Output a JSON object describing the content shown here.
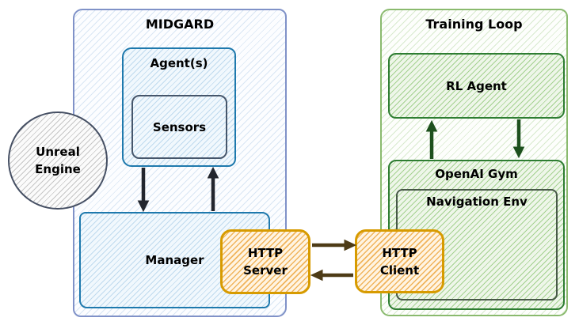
{
  "midgard": {
    "title": "MIDGARD",
    "agents_label": "Agent(s)",
    "sensors_label": "Sensors",
    "manager_label": "Manager"
  },
  "unreal_engine": {
    "label": "Unreal\nEngine"
  },
  "http_server": {
    "label": "HTTP\nServer"
  },
  "http_client": {
    "label": "HTTP\nClient"
  },
  "training_loop": {
    "title": "Training Loop",
    "rl_agent_label": "RL Agent",
    "openai_gym_label": "OpenAI Gym",
    "navigation_env_label": "Navigation Env"
  },
  "connections": [
    {
      "from": "agents",
      "to": "manager",
      "style": "black"
    },
    {
      "from": "manager",
      "to": "agents",
      "style": "black"
    },
    {
      "from": "http-server",
      "to": "http-client",
      "style": "brown"
    },
    {
      "from": "http-client",
      "to": "http-server",
      "style": "brown"
    },
    {
      "from": "openai-gym",
      "to": "rl-agent",
      "style": "green"
    },
    {
      "from": "rl-agent",
      "to": "openai-gym",
      "style": "green"
    }
  ],
  "colors": {
    "text_color": "#000000",
    "midgard_border": "#8092c8",
    "blue_border": "#1e79ad",
    "sensors_border": "#46566b",
    "circle_border": "#454f63",
    "http_border": "#d79b00",
    "training_border": "#8aba6e",
    "green_border": "#2e7d32",
    "nav_border": "#475847",
    "arrow_black": "#23262e",
    "arrow_brown": "#4d3b16",
    "arrow_green": "#1d501d",
    "hatch_blue_lt": "#d9e6f4",
    "hatch_blue": "#bfdaee",
    "hatch_gray": "#c6c6c6",
    "hatch_orange": "#f0b45c",
    "hatch_green_lt": "#d8eace",
    "hatch_green": "#a4d190"
  }
}
